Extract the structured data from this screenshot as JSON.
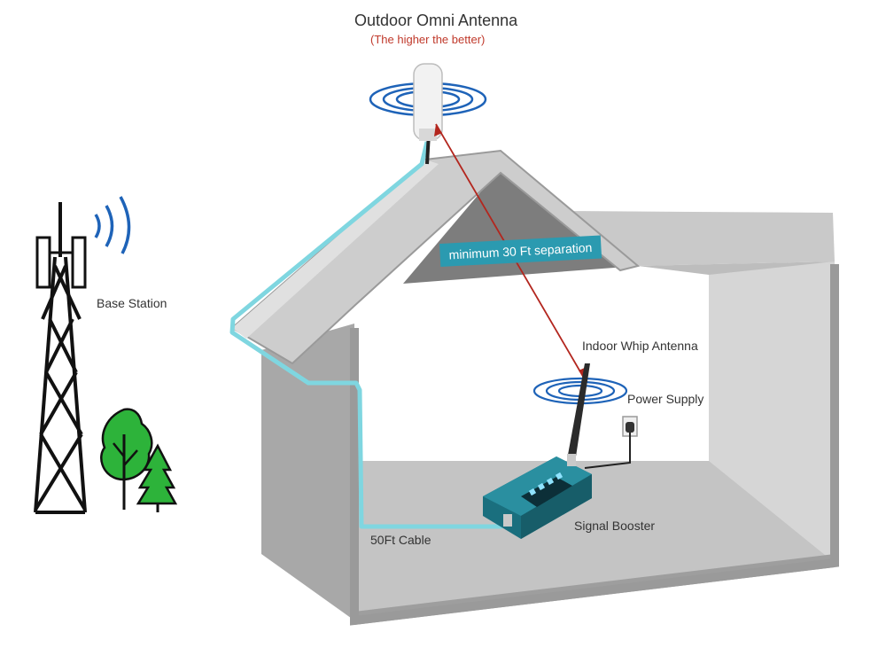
{
  "labels": {
    "outdoor_antenna": "Outdoor Omni Antenna",
    "higher_better": "(The higher the better)",
    "base_station": "Base Station",
    "separation": "minimum 30 Ft separation",
    "indoor_antenna": "Indoor Whip Antenna",
    "power_supply": "Power Supply",
    "signal_booster": "Signal Booster",
    "cable": "50Ft Cable"
  },
  "colors": {
    "cable": "#7fd6e0",
    "separation_arrow": "#b3261e",
    "accent_text": "#c0392b",
    "booster": "#1f7f8f",
    "house_wall": "#a9a9a9",
    "house_roof": "#c8c8c8",
    "signal_waves": "#1e63b8"
  }
}
